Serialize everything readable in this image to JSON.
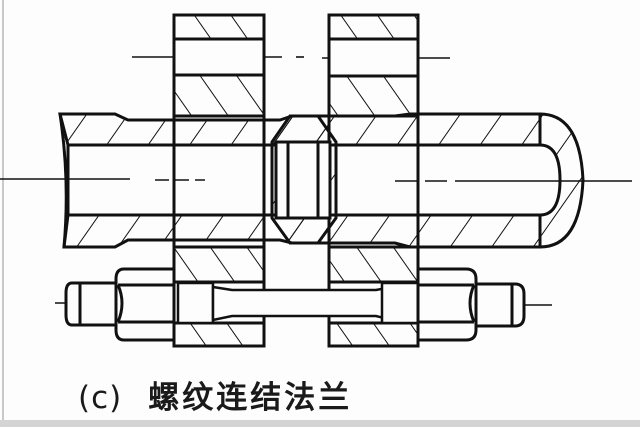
{
  "figure": {
    "label": "(c)",
    "title": "螺纹连结法兰"
  },
  "colors": {
    "background": "#fdfdfd",
    "line": "#111111",
    "border": "#c9c9c9"
  },
  "parts": [
    {
      "name": "left-flange",
      "type": "flange"
    },
    {
      "name": "right-flange",
      "type": "flange"
    },
    {
      "name": "left-pipe",
      "type": "threaded-pipe"
    },
    {
      "name": "right-pipe",
      "type": "threaded-pipe-with-cap"
    },
    {
      "name": "coupling",
      "type": "threaded-coupling"
    },
    {
      "name": "bolt",
      "type": "stud-bolt"
    },
    {
      "name": "left-nut",
      "type": "hex-nut"
    },
    {
      "name": "right-nut",
      "type": "hex-nut"
    }
  ]
}
